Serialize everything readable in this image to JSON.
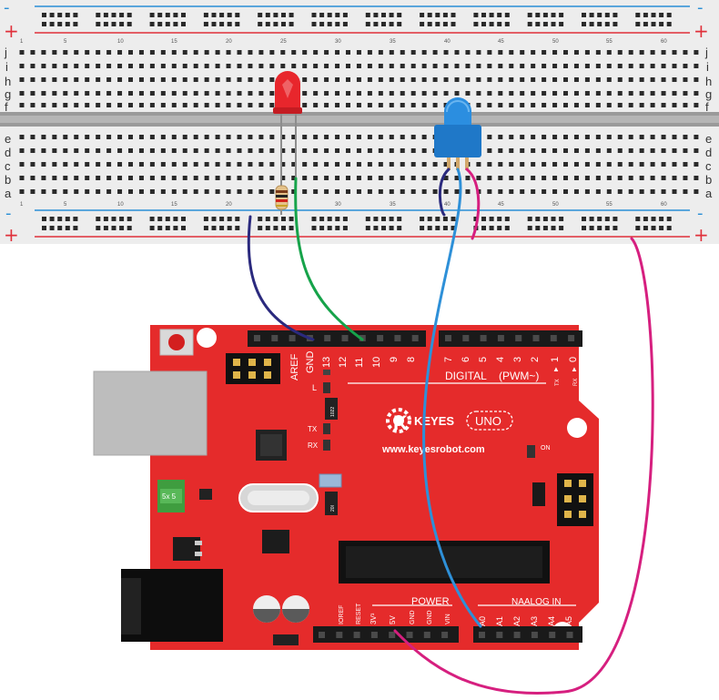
{
  "breadboard": {
    "plus": "+",
    "minus": "-",
    "rows_top": [
      "j",
      "i",
      "h",
      "g",
      "f"
    ],
    "rows_bottom": [
      "e",
      "d",
      "c",
      "b",
      "a"
    ],
    "column_numbers": [
      "1",
      "5",
      "10",
      "15",
      "20",
      "25",
      "30",
      "35",
      "40",
      "45",
      "50",
      "55",
      "60"
    ]
  },
  "components": {
    "led_color": "#e8262c",
    "potentiometer_color": "#1f78c8"
  },
  "board": {
    "color": "#e52b2b",
    "brand": "KEYES",
    "brand_initial": "K",
    "model": "UNO",
    "website": "www.keyesrobot.com",
    "digital_label": "DIGITAL",
    "pwm_label": "(PWM~)",
    "power_label": "POWER",
    "analog_label": "NAALOG  IN",
    "fuse_label": "5x 5",
    "on_label": "ON",
    "l_label": "L",
    "tx_label": "TX",
    "rx_label": "RX",
    "header_left_pins": [
      "AREF",
      "GND",
      "13",
      "12",
      "11",
      "10",
      "9",
      "8"
    ],
    "header_right_pins": [
      "7",
      "6",
      "5",
      "4",
      "3",
      "2",
      "1",
      "0"
    ],
    "tx_pin": "TX",
    "rx_pin": "RX",
    "power_pins": [
      "IOREF",
      "RESET",
      "3V³",
      "5V",
      "GND",
      "GND",
      "VIN"
    ],
    "analog_pins": [
      "A0",
      "A1",
      "A2",
      "A3",
      "A4",
      "A5"
    ],
    "ic_labels": [
      "1022",
      "1022",
      "20I"
    ]
  },
  "wires": {
    "navy": "#2b2a7e",
    "green": "#16a34a",
    "blue": "#2e90d8",
    "magenta": "#d61f7f"
  }
}
